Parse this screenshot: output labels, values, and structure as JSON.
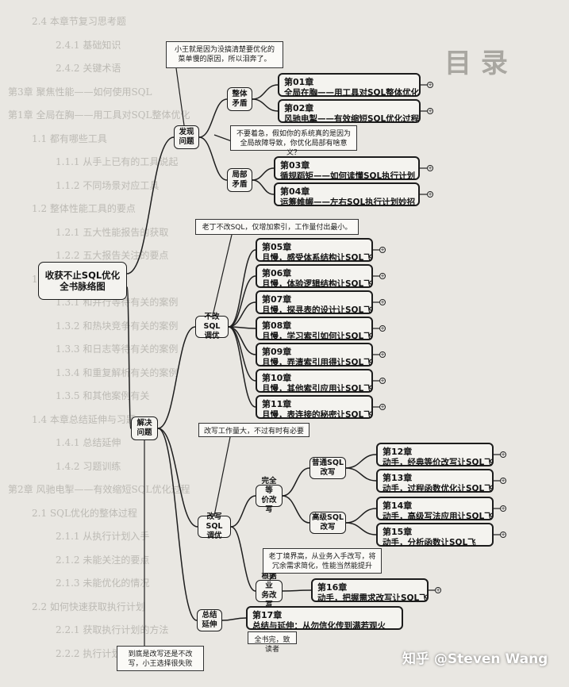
{
  "background_text": {
    "big": "目 录",
    "lines": [
      "2.4  本章节复习思考题",
      "2.4.1  基础知识",
      "2.4.2  关键术语",
      "第3章  聚焦性能——如何使用SQL",
      "第1章  全局在胸——用工具对SQL整体优化",
      "1.1  都有哪些工具",
      "1.1.1  从手上已有的工具说起",
      "1.1.2  不同场景对应工具",
      "1.2  整体性能工具的要点",
      "1.2.1  五大性能报告的获取",
      "1.2.2  五大报告关注的要点",
      "1.3  案例的分享与交流",
      "1.3.1  和并行等待有关的案例",
      "1.3.2  和热块竞争有关的案例",
      "1.3.3  和日志等待有关的案例",
      "1.3.4  和重复解析有关的案例",
      "1.3.5  和其他案例有关",
      "1.4  本章总结延伸与习题",
      "1.4.1  总结延伸",
      "1.4.2  习题训练",
      "第2章  风驰电掣——有效缩短SQL优化过程",
      "2.1  SQL优化的整体过程",
      "2.1.1  从执行计划入手",
      "2.1.2  未能关注的要点",
      "2.1.3  未能优化的情况",
      "2.2  如何快速获取执行计划",
      "2.2.1  获取执行计划的方法",
      "2.2.2  执行计划的关注点"
    ]
  },
  "root": {
    "line1": "收获不止SQL优化",
    "line2": "全书脉络图"
  },
  "categories": {
    "discover": {
      "line1": "发现",
      "line2": "问题"
    },
    "solve": {
      "line1": "解决",
      "line2": "问题"
    }
  },
  "subcategories": {
    "whole": {
      "line1": "整体",
      "line2": "矛盾"
    },
    "partial": {
      "line1": "局部",
      "line2": "矛盾"
    },
    "no_rewrite": {
      "line1": "不改SQL",
      "line2": "调优"
    },
    "rewrite": {
      "line1": "改写SQL",
      "line2": "调优"
    },
    "summary": {
      "line1": "总结",
      "line2": "延伸"
    },
    "equivalent": {
      "line1": "完全等",
      "line2": "价改写"
    },
    "business": {
      "line1": "根据业",
      "line2": "务改写"
    },
    "normal_sql": {
      "line1": "普通SQL",
      "line2": "改写"
    },
    "advanced_sql": {
      "line1": "高级SQL",
      "line2": "改写"
    }
  },
  "notes": {
    "n1": "小王就是因为没搞清楚要优化的菜单慢的原因，所以泪奔了。",
    "n2": "不要着急，假如你的系统真的是因为全局故障导致，你优化局部有啥意义？",
    "n3": "老丁不改SQL，仅增加索引，工作量付出最小。",
    "n4": "改写工作量大，不过有时有必要",
    "n5": "老丁境界高，从业务入手改写，将冗余需求简化，性能当然能提升",
    "n6": "到底是改写还是不改写，小王选择很失败",
    "n7": "全书完，致读者"
  },
  "chapters": [
    {
      "num": "第01章",
      "title": "全局在胸——用工具对SQL整体优化"
    },
    {
      "num": "第02章",
      "title": "风驰电掣——有效缩短SQL优化过程"
    },
    {
      "num": "第03章",
      "title": "循规蹈矩——如何读懂SQL执行计划"
    },
    {
      "num": "第04章",
      "title": "运筹帷幄——左右SQL执行计划妙招"
    },
    {
      "num": "第05章",
      "title": "且慢，感受体系结构让SQL飞"
    },
    {
      "num": "第06章",
      "title": "且慢，体验逻辑结构让SQL飞"
    },
    {
      "num": "第07章",
      "title": "且慢，探寻表的设计让SQL飞"
    },
    {
      "num": "第08章",
      "title": "且慢，学习索引如何让SQL飞"
    },
    {
      "num": "第09章",
      "title": "且慢，弄清索引用得让SQL飞"
    },
    {
      "num": "第10章",
      "title": "且慢，其他索引应用让SQL飞"
    },
    {
      "num": "第11章",
      "title": "且慢，表连接的秘密让SQL飞"
    },
    {
      "num": "第12章",
      "title": "动手，经典等价改写让SQL飞"
    },
    {
      "num": "第13章",
      "title": "动手，过程函数优化让SQL飞"
    },
    {
      "num": "第14章",
      "title": "动手，高级写法应用让SQL飞"
    },
    {
      "num": "第15章",
      "title": "动手，分析函数让SQL飞"
    },
    {
      "num": "第16章",
      "title": "动手，把握需求改写让SQL飞"
    },
    {
      "num": "第17章",
      "title": "总结与延伸：从勿信化传到满若观火"
    }
  ],
  "watermark": "知乎 @Steven Wang",
  "icons": {
    "expand": "plus-circle-icon"
  },
  "colors": {
    "background": "#e9e7e2",
    "node_border": "#1c1c1c",
    "note_bg": "#fbfaf7"
  }
}
